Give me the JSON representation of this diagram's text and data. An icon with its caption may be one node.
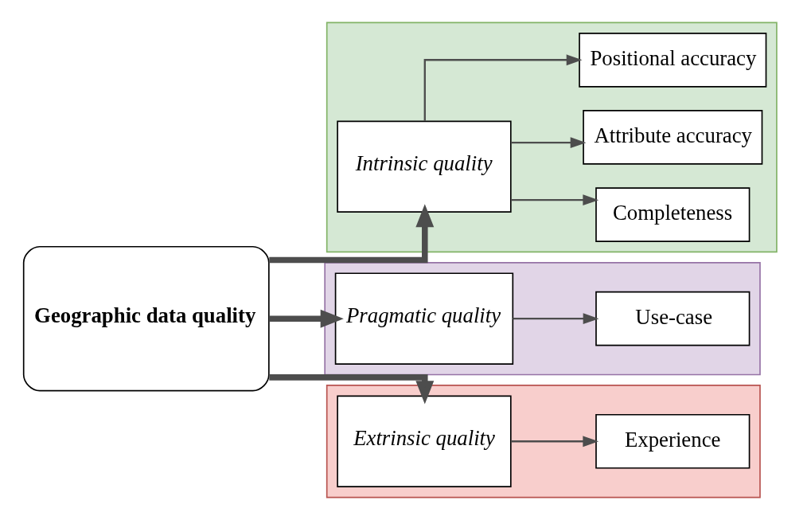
{
  "diagram": {
    "nodes": [
      {
        "text": [
          "Geographic data quality"
        ]
      },
      {
        "text": [],
        "shape": "box"
      },
      {
        "text": [
          "Intrinsic quality"
        ],
        "in": 1
      },
      {
        "text": [
          "Completeness"
        ],
        "in": 1
      },
      {
        "text": [
          "Attribute accuracy"
        ],
        "in": 1
      },
      {
        "text": [
          "Positional accuracy"
        ],
        "in": 1
      },
      {
        "text": [],
        "shape": "box"
      },
      {
        "text": [
          "Pragmatic quality"
        ],
        "in": 6
      },
      {
        "text": [
          "Use-case"
        ],
        "in": 6
      },
      {
        "text": [],
        "shape": "box"
      },
      {
        "text": [
          "Extrinsic quality"
        ],
        "in": 9
      },
      {
        "text": [
          "Experience"
        ],
        "in": 9
      }
    ],
    "edges": [
      {
        "from": 0,
        "to": 2,
        "arrow": "to",
        "style": "thick"
      },
      {
        "from": 0,
        "to": 7,
        "arrow": "to",
        "style": "thick"
      },
      {
        "from": 0,
        "to": 10,
        "arrow": "to",
        "style": "thick"
      },
      {
        "from": 2,
        "to": 3,
        "arrow": "to"
      },
      {
        "from": 2,
        "to": 4,
        "arrow": "to"
      },
      {
        "from": 2,
        "to": 5,
        "arrow": "to"
      },
      {
        "from": 7,
        "to": 8,
        "arrow": "to"
      },
      {
        "from": 10,
        "to": 11,
        "arrow": "to"
      }
    ]
  }
}
